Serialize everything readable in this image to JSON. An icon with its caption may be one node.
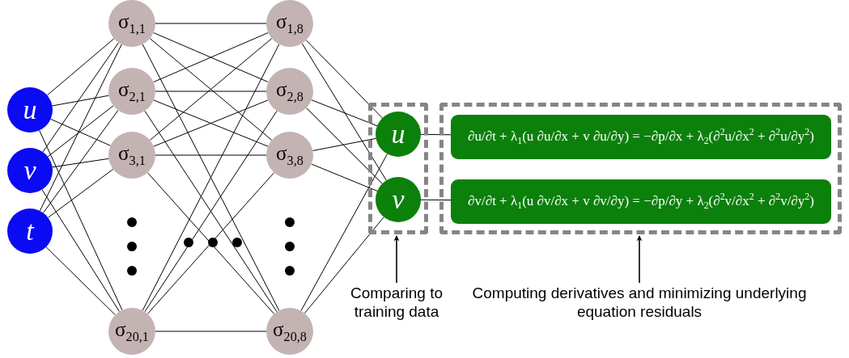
{
  "diagram": {
    "nodes": [
      {
        "text": [
          "u"
        ]
      },
      {
        "text": [
          "v"
        ]
      },
      {
        "text": [
          "t"
        ]
      },
      {
        "text": [
          "σ$_{1,1}$"
        ]
      },
      {
        "text": [
          "σ$_{2,1}$"
        ]
      },
      {
        "text": [
          "σ$_{3,1}$"
        ]
      },
      {
        "text": [
          "σ$_{20,1}$"
        ]
      },
      {
        "text": [
          "σ$_{1,8}$"
        ]
      },
      {
        "text": [
          "σ$_{2,8}$"
        ]
      },
      {
        "text": [
          "σ$_{3,8}$"
        ]
      },
      {
        "text": [
          "σ$_{20,8}$"
        ]
      },
      {
        "text": [],
        "shape": "box"
      },
      {
        "text": [
          "u"
        ],
        "in": 11
      },
      {
        "text": [
          "v"
        ],
        "in": 11
      },
      {
        "text": [],
        "shape": "box"
      },
      {
        "text": [
          "∂u/∂t + λ$_{1}$(u ∂u/∂x + v ∂u/∂y) = −∂p/∂x + λ$_{2}$(∂$^{2}$u/∂x$^{2}$ + ∂$^{2}$u/∂y$^{2}$)"
        ],
        "in": 14
      },
      {
        "text": [
          "∂v/∂t + λ$_{1}$(u ∂v/∂x + v ∂v/∂y) = −∂p/∂y + λ$_{2}$(∂$^{2}$v/∂x$^{2}$ + ∂$^{2}$v/∂y$^{2}$)"
        ],
        "in": 14
      },
      {
        "text": [
          "Comparing to training data"
        ]
      },
      {
        "text": [
          "Computing derivatives and minimizing underlying equation residuals"
        ]
      }
    ],
    "edges": [
      {
        "from": 0,
        "to": 3,
        "arrow": "none"
      },
      {
        "from": 0,
        "to": 4,
        "arrow": "none"
      },
      {
        "from": 0,
        "to": 5,
        "arrow": "none"
      },
      {
        "from": 0,
        "to": 6,
        "arrow": "none"
      },
      {
        "from": 1,
        "to": 3,
        "arrow": "none"
      },
      {
        "from": 1,
        "to": 4,
        "arrow": "none"
      },
      {
        "from": 1,
        "to": 5,
        "arrow": "none"
      },
      {
        "from": 1,
        "to": 6,
        "arrow": "none"
      },
      {
        "from": 2,
        "to": 3,
        "arrow": "none"
      },
      {
        "from": 2,
        "to": 4,
        "arrow": "none"
      },
      {
        "from": 2,
        "to": 5,
        "arrow": "none"
      },
      {
        "from": 2,
        "to": 6,
        "arrow": "none"
      },
      {
        "from": 3,
        "to": 7,
        "arrow": "none"
      },
      {
        "from": 3,
        "to": 8,
        "arrow": "none"
      },
      {
        "from": 3,
        "to": 9,
        "arrow": "none"
      },
      {
        "from": 3,
        "to": 10,
        "arrow": "none"
      },
      {
        "from": 4,
        "to": 7,
        "arrow": "none"
      },
      {
        "from": 4,
        "to": 8,
        "arrow": "none"
      },
      {
        "from": 4,
        "to": 9,
        "arrow": "none"
      },
      {
        "from": 4,
        "to": 10,
        "arrow": "none"
      },
      {
        "from": 5,
        "to": 7,
        "arrow": "none"
      },
      {
        "from": 5,
        "to": 8,
        "arrow": "none"
      },
      {
        "from": 5,
        "to": 9,
        "arrow": "none"
      },
      {
        "from": 5,
        "to": 10,
        "arrow": "none"
      },
      {
        "from": 6,
        "to": 7,
        "arrow": "none"
      },
      {
        "from": 6,
        "to": 8,
        "arrow": "none"
      },
      {
        "from": 6,
        "to": 9,
        "arrow": "none"
      },
      {
        "from": 6,
        "to": 10,
        "arrow": "none"
      },
      {
        "from": 7,
        "to": 12,
        "arrow": "none"
      },
      {
        "from": 7,
        "to": 13,
        "arrow": "none"
      },
      {
        "from": 8,
        "to": 12,
        "arrow": "none"
      },
      {
        "from": 8,
        "to": 13,
        "arrow": "none"
      },
      {
        "from": 9,
        "to": 12,
        "arrow": "none"
      },
      {
        "from": 9,
        "to": 13,
        "arrow": "none"
      },
      {
        "from": 10,
        "to": 12,
        "arrow": "none"
      },
      {
        "from": 10,
        "to": 13,
        "arrow": "none"
      },
      {
        "from": 12,
        "to": 15,
        "arrow": "none"
      },
      {
        "from": 13,
        "to": 16,
        "arrow": "none"
      },
      {
        "from": 17,
        "to": 11,
        "arrow": "to"
      },
      {
        "from": 18,
        "to": 14,
        "arrow": "to"
      }
    ]
  }
}
